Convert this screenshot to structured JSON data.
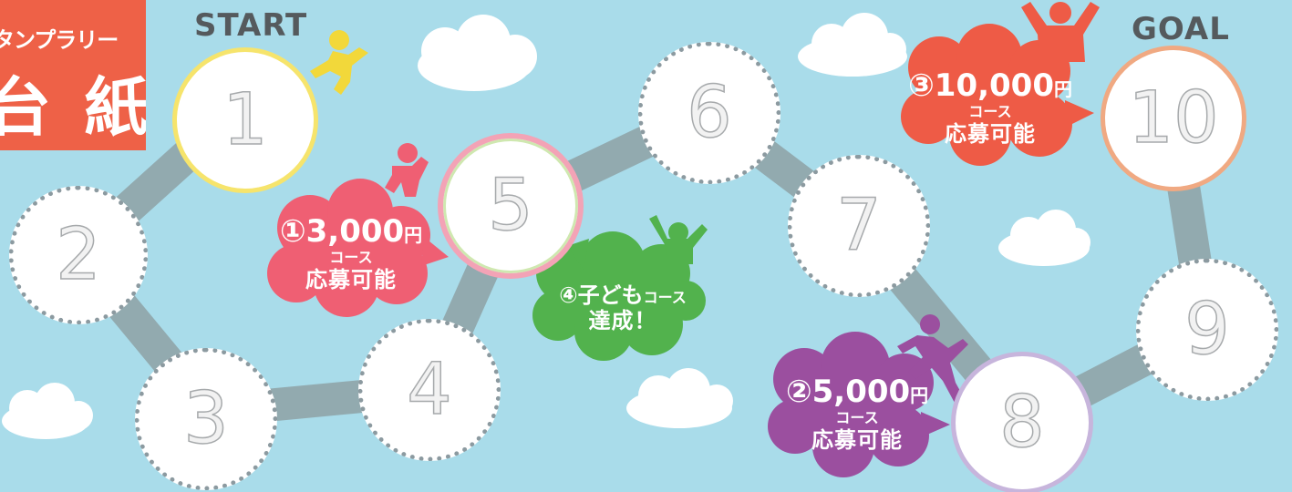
{
  "title": {
    "line1": "タンプラリー",
    "line2": "台 紙"
  },
  "start_label": "START",
  "goal_label": "GOAL",
  "stops": [
    {
      "num": "1",
      "ring": "#f6e46c"
    },
    {
      "num": "2",
      "ring": "dotted"
    },
    {
      "num": "3",
      "ring": "dotted"
    },
    {
      "num": "4",
      "ring": "dotted"
    },
    {
      "num": "5",
      "ring": "#f3a3b6"
    },
    {
      "num": "6",
      "ring": "dotted"
    },
    {
      "num": "7",
      "ring": "dotted"
    },
    {
      "num": "8",
      "ring": "#c7b5dc"
    },
    {
      "num": "9",
      "ring": "dotted"
    },
    {
      "num": "10",
      "ring": "#f0a982"
    }
  ],
  "bubbles": {
    "course1": {
      "marker": "①",
      "amount": "3,000",
      "yen": "円",
      "course": "コース",
      "ok": "応募可能",
      "color": "#ef5f73"
    },
    "course2": {
      "marker": "②",
      "amount": "5,000",
      "yen": "円",
      "course": "コース",
      "ok": "応募可能",
      "color": "#9b4f9f"
    },
    "course3": {
      "marker": "③",
      "amount": "10,000",
      "yen": "円",
      "course": "コース",
      "ok": "応募可能",
      "color": "#ee5b46"
    },
    "course4": {
      "marker": "④",
      "line1": "子ども",
      "course": "コース",
      "line2": "達成！",
      "color": "#52b24d"
    }
  },
  "colors": {
    "sky": "#a9dcea",
    "path": "#8fa4a9",
    "title_bg": "#ee6147",
    "runner_yellow": "#f2d83a",
    "runner_pink": "#ef5f73",
    "runner_green": "#52b24d",
    "runner_purple": "#9b4f9f",
    "runner_red": "#ee5b46"
  }
}
